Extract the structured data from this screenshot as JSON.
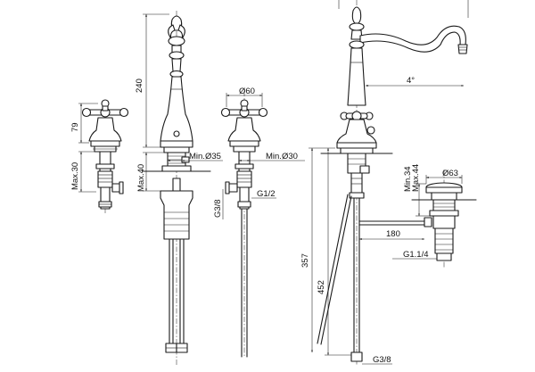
{
  "dimensions": {
    "d240": "240",
    "d79": "79",
    "max30": "Max.30",
    "max40": "Max.40",
    "dia60": "Ø60",
    "min35": "Min.Ø35",
    "min30": "Min.Ø30",
    "g12": "G1/2",
    "g38_mid": "G3/8",
    "angle4": "4°",
    "min34": "Min.34",
    "max44": "Max.44",
    "dia63": "Ø63",
    "d180": "180",
    "g114": "G1.1/4",
    "d357": "357",
    "d452": "452",
    "g38_bottom": "G3/8"
  }
}
